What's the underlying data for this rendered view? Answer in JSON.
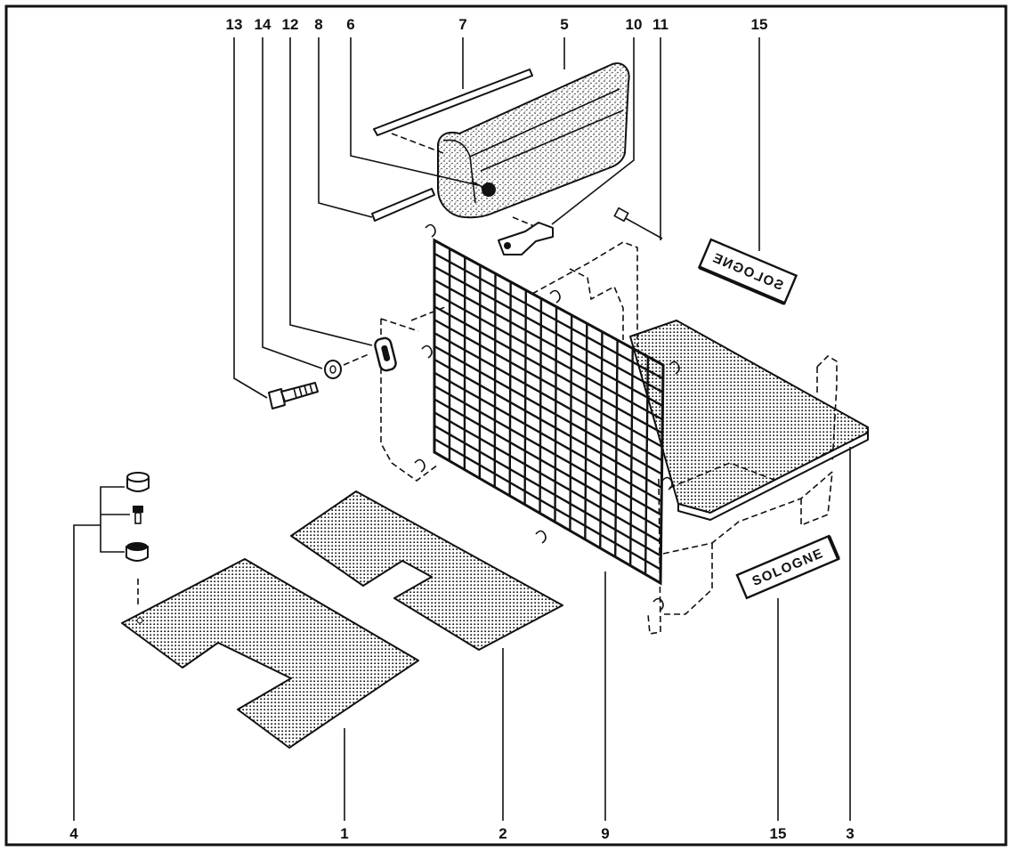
{
  "callouts": {
    "top": [
      "13",
      "14",
      "12",
      "8",
      "6",
      "7",
      "5",
      "10",
      "11",
      "15"
    ],
    "bottom": [
      "4",
      "1",
      "2",
      "9",
      "15",
      "3"
    ]
  },
  "badges": {
    "upper_text": "SOLOGNE",
    "lower_text": "SOLOGNE"
  },
  "colors": {
    "ink": "#111111",
    "paper": "#ffffff"
  }
}
